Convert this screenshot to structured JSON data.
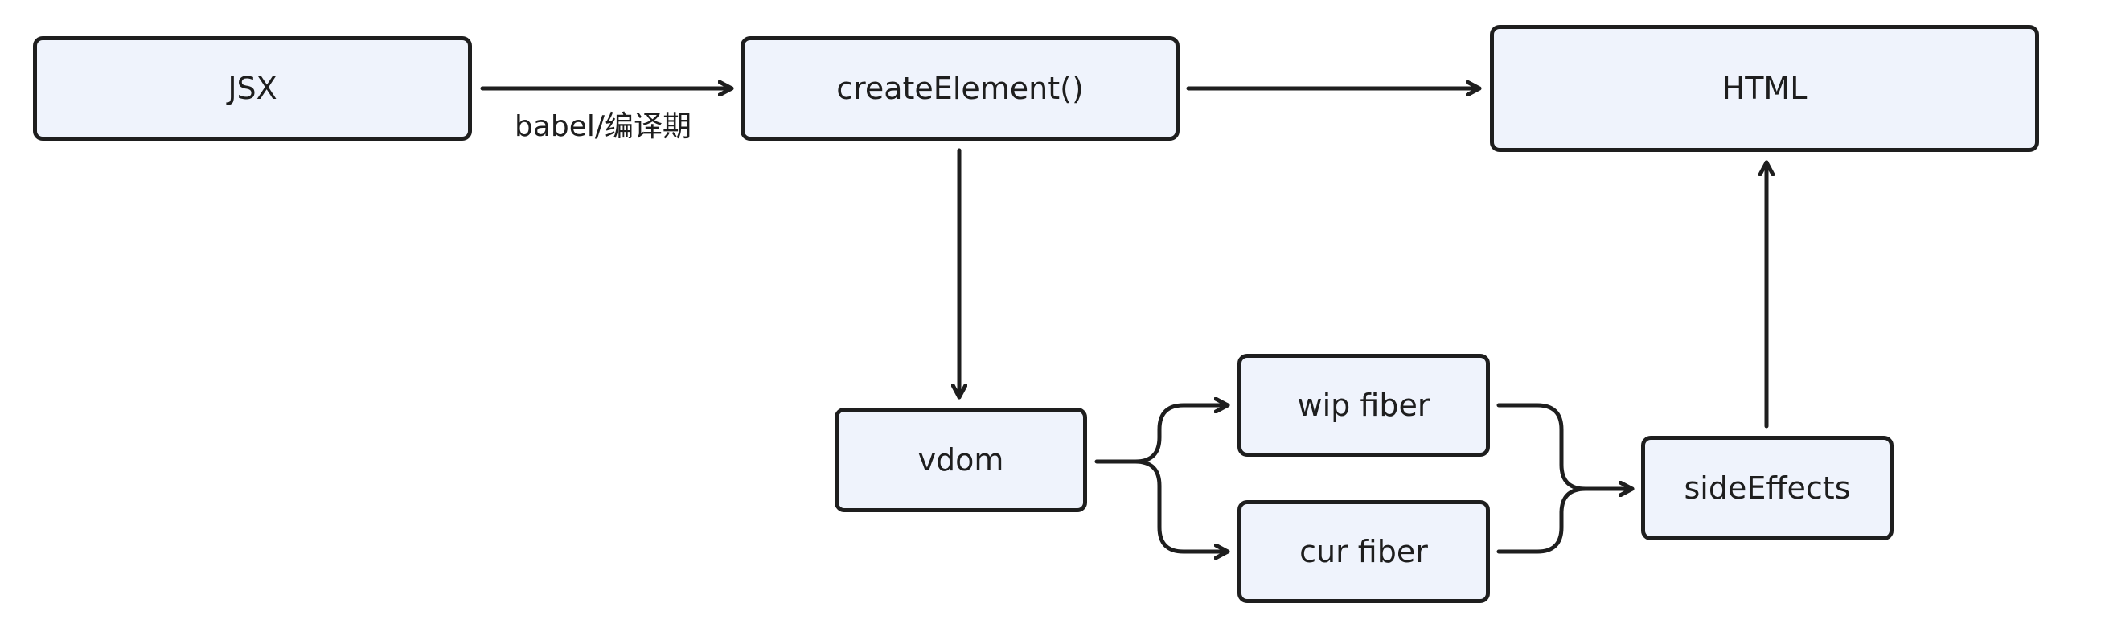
{
  "nodes": {
    "jsx": "JSX",
    "create_element": "createElement()",
    "html": "HTML",
    "vdom": "vdom",
    "wip_fiber": "wip fiber",
    "cur_fiber": "cur fiber",
    "side_effects": "sideEffects"
  },
  "edge_labels": {
    "jsx_to_create_element": "babel/编译期"
  },
  "colors": {
    "node_fill": "#eff3fc",
    "stroke": "#1e1e1e"
  }
}
